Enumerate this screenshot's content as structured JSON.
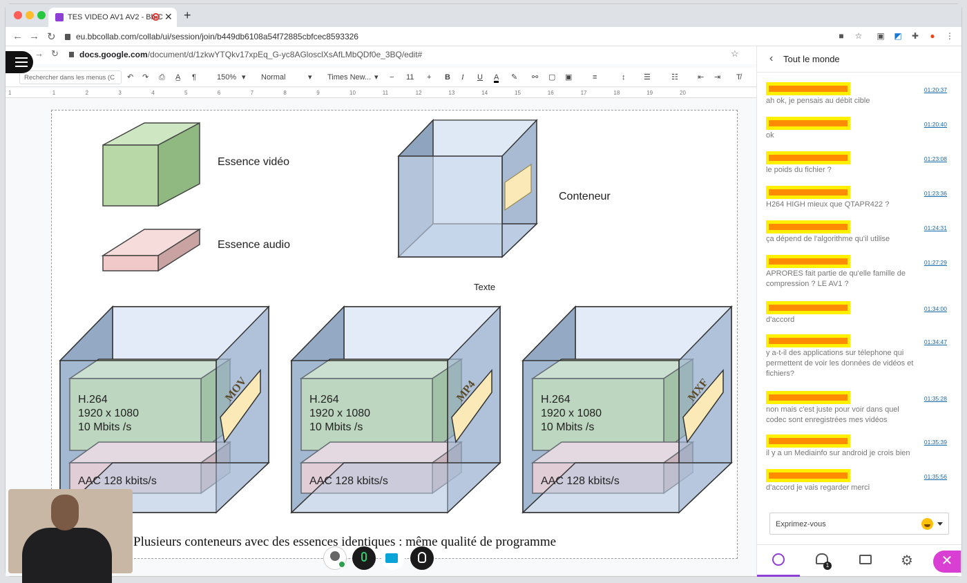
{
  "browser": {
    "tab_title": "TES VIDEO AV1 AV2 - Bb C",
    "url": "eu.bbcollab.com/collab/ui/session/join/b449db6108a54f72885cbfcec8593326"
  },
  "docs": {
    "url_host": "docs.google.com",
    "url_path": "/document/d/1zkwYTQkv17xpEq_G-yc8AGlosclXsAfLMbQDf0e_3BQ/edit#",
    "search_placeholder": "Rechercher dans les menus (C",
    "zoom": "150%",
    "style": "Normal",
    "font": "Times New...",
    "font_size": "11",
    "ruler_marks": [
      "1",
      "1",
      "2",
      "3",
      "4",
      "5",
      "6",
      "7",
      "8",
      "9",
      "10",
      "11",
      "12",
      "13",
      "14",
      "15",
      "16",
      "17",
      "18",
      "19",
      "20"
    ]
  },
  "diagram": {
    "essence_video": "Essence vidéo",
    "essence_audio": "Essence audio",
    "container": "Conteneur",
    "texte": "Texte",
    "boxes": [
      {
        "codec": "H.264",
        "resolution": "1920 x 1080",
        "bitrate": "10 Mbits /s",
        "audio": "AAC 128 kbits/s",
        "format": "MOV"
      },
      {
        "codec": "H.264",
        "resolution": "1920 x 1080",
        "bitrate": "10 Mbits /s",
        "audio": "AAC 128 kbits/s",
        "format": "MP4"
      },
      {
        "codec": "H.264",
        "resolution": "1920 x 1080",
        "bitrate": "10 Mbits /s",
        "audio": "AAC 128 kbits/s",
        "format": "MXF"
      }
    ],
    "caption": "Plusieurs conteneurs avec des essences identiques : même qualité de programme"
  },
  "chat": {
    "title": "Tout le monde",
    "messages": [
      {
        "time": "01:20:37",
        "text": "ah ok, je pensais au débit cible"
      },
      {
        "time": "01:20:40",
        "text": "ok"
      },
      {
        "time": "01:23:08",
        "text": "le poids du fichier ?"
      },
      {
        "time": "01:23:36",
        "text": "H264 HIGH mieux que QTAPR422 ?"
      },
      {
        "time": "01:24:31",
        "text": "ça dépend de l'algorithme qu'il utilise"
      },
      {
        "time": "01:27:29",
        "text": "APRORES fait partie de qu'elle famille de compression ? LE AV1 ?"
      },
      {
        "time": "01:34:00",
        "text": "d'accord"
      },
      {
        "time": "01:34:47",
        "text": "y a-t-il des applications sur télephone qui permettent de voir les données de vidéos et fichiers?"
      },
      {
        "time": "01:35:28",
        "text": "non mais c'est juste pour voir dans quel codec sont enregistrées mes vidéos"
      },
      {
        "time": "01:35:39",
        "text": "il y a un Mediainfo sur android je crois bien"
      },
      {
        "time": "01:35:56",
        "text": "d'accord je vais regarder merci"
      }
    ],
    "composer_placeholder": "Exprimez-vous",
    "participants_count": "1"
  },
  "colors": {
    "accent": "#8e3fd6",
    "close": "#d93fd3",
    "highlight": "#ffef00",
    "redaction": "#ff8c00",
    "video_green": "#b8d8a8",
    "audio_pink": "#f2c9c9",
    "container_blue": "#c2d4ec"
  }
}
